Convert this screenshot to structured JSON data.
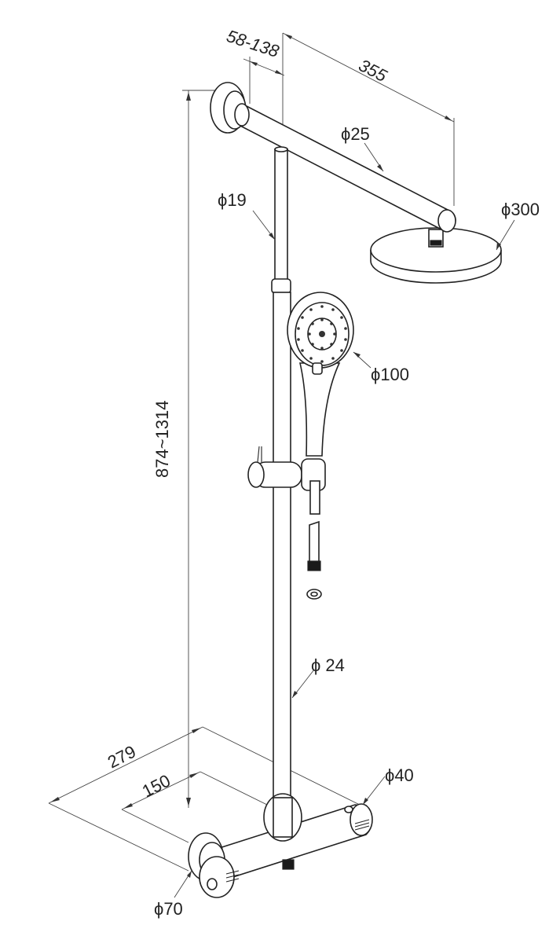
{
  "dimensions": {
    "arm_offset": "58-138",
    "arm_length": "355",
    "arm_diameter": "ϕ25",
    "overhead_diameter": "ϕ300",
    "upper_riser_diameter": "ϕ19",
    "handshower_diameter": "ϕ100",
    "height_range": "874~1314",
    "lower_riser_diameter": "ϕ 24",
    "base_width": "279",
    "center_distance": "150",
    "valve_body_diameter": "ϕ40",
    "inlet_diameter": "ϕ70"
  }
}
